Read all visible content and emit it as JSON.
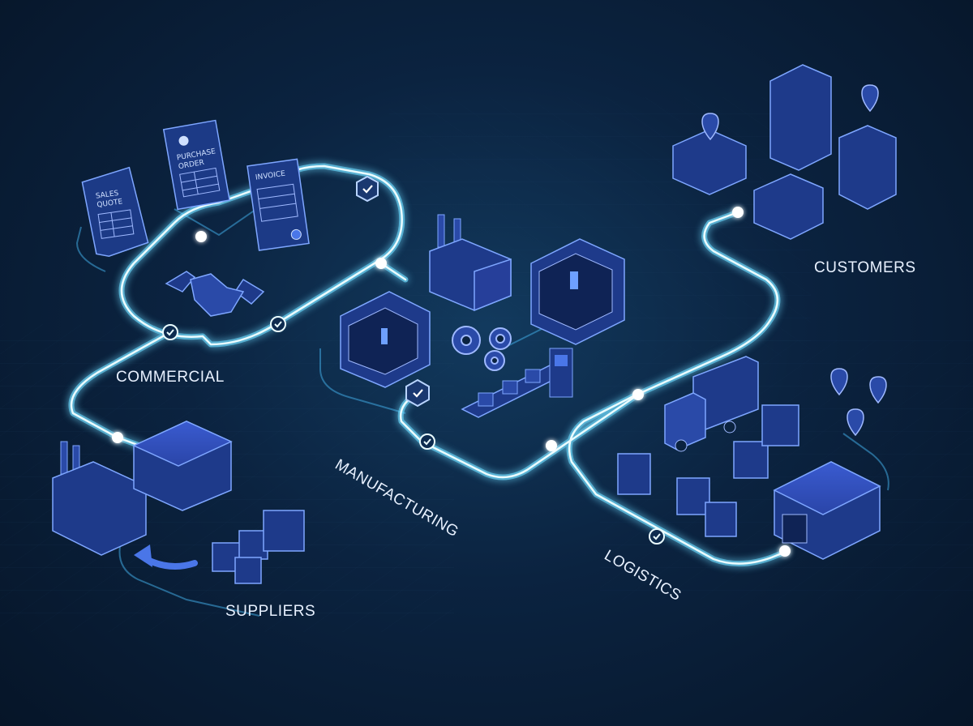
{
  "sections": {
    "commercial": "COMMERCIAL",
    "manufacturing": "MANUFACTURING",
    "logistics": "LOGISTICS",
    "suppliers": "SUPPLIERS",
    "customers": "CUSTOMERS"
  },
  "documents": {
    "sales_quote": [
      "SALES",
      "QUOTE"
    ],
    "purchase_order": [
      "PURCHASE",
      "ORDER"
    ],
    "invoice": "INVOICE"
  },
  "colors": {
    "background": "#0b2340",
    "path_glow": "#7fe6ff",
    "path_core": "#e9fbff",
    "icon_fill": "#1e3a8a",
    "icon_stroke": "#6f9cff"
  }
}
